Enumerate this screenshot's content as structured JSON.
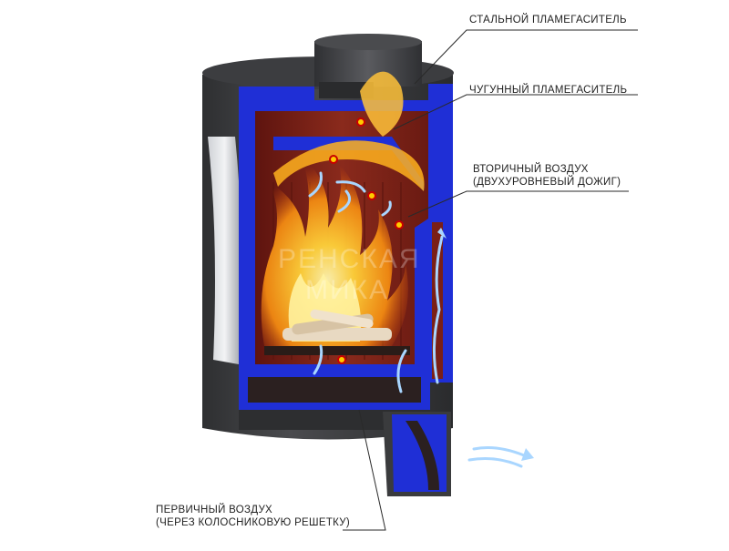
{
  "callouts": {
    "steel_deflector": "СТАЛЬНОЙ ПЛАМЕГАСИТЕЛЬ",
    "cast_iron_deflector": "ЧУГУННЫЙ ПЛАМЕГАСИТЕЛЬ",
    "secondary_air_line1": "ВТОРИЧНЫЙ ВОЗДУХ",
    "secondary_air_line2": "(ДВУХУРОВНЕВЫЙ ДОЖИГ)",
    "primary_air_line1": "ПЕРВИЧНЫЙ ВОЗДУХ",
    "primary_air_line2": "(ЧЕРЕЗ КОЛОСНИКОВУЮ РЕШЕТКУ)"
  },
  "watermark": {
    "line1": "РЕНСКАЯ",
    "line2": "МИКА"
  },
  "colors": {
    "frame_blue": "#1f2fd6",
    "chamber_red": "#7a1f16",
    "body_dark": "#3a3b3d",
    "flame_orange": "#f28a12",
    "flame_yellow": "#ffd23a",
    "air_blue": "#9fd0ff",
    "leader_line": "#2a2a2a"
  }
}
